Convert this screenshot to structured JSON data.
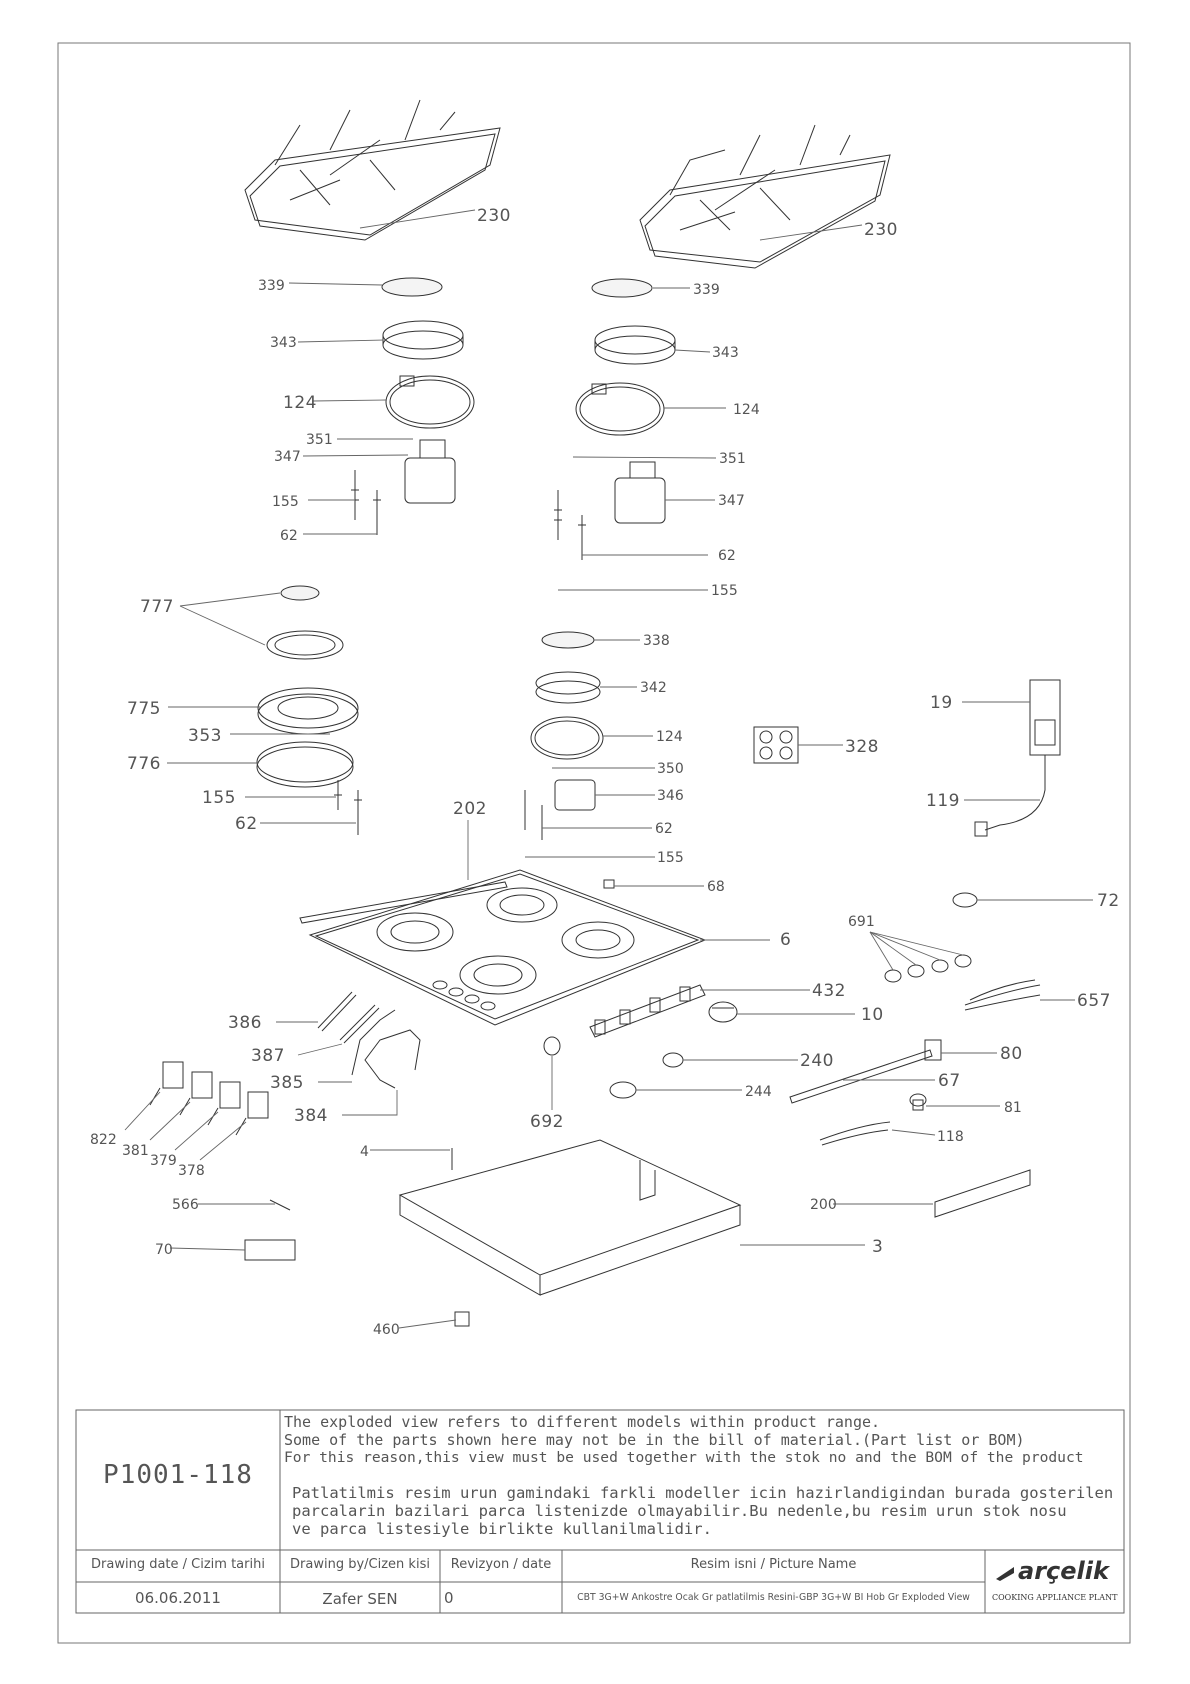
{
  "parts": {
    "p230a": "230",
    "p230b": "230",
    "p339a": "339",
    "p339b": "339",
    "p343a": "343",
    "p343b": "343",
    "p124a": "124",
    "p124b": "124",
    "p124c": "124",
    "p351a": "351",
    "p351b": "351",
    "p347a": "347",
    "p347b": "347",
    "p155a": "155",
    "p155b": "155",
    "p155c": "155",
    "p155d": "155",
    "p62a": "62",
    "p62b": "62",
    "p62c": "62",
    "p62d": "62",
    "p777": "777",
    "p775": "775",
    "p353": "353",
    "p776": "776",
    "p338": "338",
    "p342": "342",
    "p350": "350",
    "p346": "346",
    "p328": "328",
    "p19": "19",
    "p119": "119",
    "p202": "202",
    "p68": "68",
    "p72": "72",
    "p6": "6",
    "p691": "691",
    "p657": "657",
    "p432": "432",
    "p10": "10",
    "p386": "386",
    "p387": "387",
    "p385": "385",
    "p384": "384",
    "p692": "692",
    "p240": "240",
    "p244": "244",
    "p80": "80",
    "p67": "67",
    "p81": "81",
    "p118": "118",
    "p822": "822",
    "p381": "381",
    "p379": "379",
    "p378": "378",
    "p4": "4",
    "p566": "566",
    "p70": "70",
    "p200": "200",
    "p3": "3",
    "p460": "460"
  },
  "title_block": {
    "drawing_no": "P1001-118",
    "note_en_1": "The exploded view refers to different models within product range.",
    "note_en_2": "Some of the parts shown here may not be in the bill of material.(Part list or BOM)",
    "note_en_3": "For this reason,this view must be used together with the stok no and the BOM of the product",
    "note_tr_1": "Patlatilmis resim urun gamindaki farkli modeller icin hazirlandigindan burada gosterilen",
    "note_tr_2": "parcalarin bazilari parca listenizde olmayabilir.Bu nedenle,bu resim urun stok nosu",
    "note_tr_3": "ve parca listesiyle birlikte kullanilmalidir.",
    "h_date": "Drawing date / Cizim tarihi",
    "h_by": "Drawing by/Cizen kisi",
    "h_rev": "Revizyon / date",
    "h_name": "Resim isni / Picture Name",
    "v_date": "06.06.2011",
    "v_by": "Zafer SEN",
    "v_rev": "0",
    "v_name": "CBT 3G+W Ankostre Ocak Gr patlatilmis Resini-GBP 3G+W BI Hob Gr Exploded View",
    "brand": "arçelik",
    "brand_sub": "COOKING APPLIANCE PLANT"
  }
}
